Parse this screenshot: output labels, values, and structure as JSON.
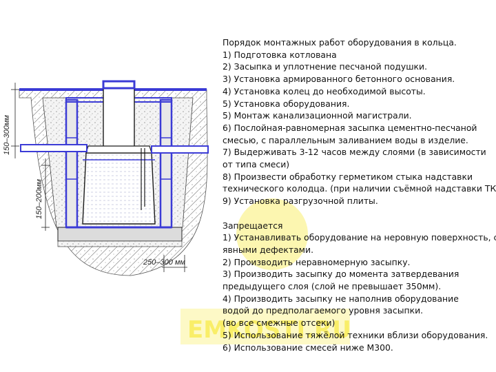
{
  "diagram": {
    "dimensions": {
      "top_layer": "150–300мм",
      "side_fill": "150–200мм",
      "clearance": "250–300 мм"
    },
    "watermark": "EMKOSTI.RU"
  },
  "procedure": {
    "title": "Порядок монтажных работ оборудования в кольца.",
    "steps": [
      "1) Подготовка котлована",
      "2) Засыпка и уплотнение песчаной подушки.",
      "3) Установка армированного бетонного основания.",
      "4) Установка колец до необходимой высоты.",
      "5) Установка оборудования.",
      "5) Монтаж канализационной магистрали.",
      "6) Послойная-равномерная засыпка цементно-песчаной",
      "смесью, с параллельным заливанием воды в изделие.",
      "7) Выдерживать 3-12 часов между слоями (в зависимости",
      "от типа смеси)",
      "8) Произвести обработку герметиком стыка надставки",
      "технического колодца. (при наличии съёмной надставки ТК)",
      "9) Установка разгрузочной плиты."
    ]
  },
  "prohibited": {
    "title": "Запрещается",
    "items": [
      "1) Устанавливать оборудование на неровную поверхность, с",
      "явными дефектами.",
      "2) Производить неравномерную засыпку.",
      "3) Производить засыпку до момента затвердевания",
      " предыдущего слоя (слой не превышает 350мм).",
      "4) Производить засыпку не наполнив оборудование",
      "водой до предполагаемого уровня засыпки.",
      " (во все смежные отсеки)",
      "5) Использование тяжёлой техники вблизи оборудования.",
      "6) Использование смесей ниже М300."
    ]
  },
  "colors": {
    "ring": "#3b3bd6",
    "outline": "#1a1a1a",
    "watermark": "#f6e61c"
  }
}
